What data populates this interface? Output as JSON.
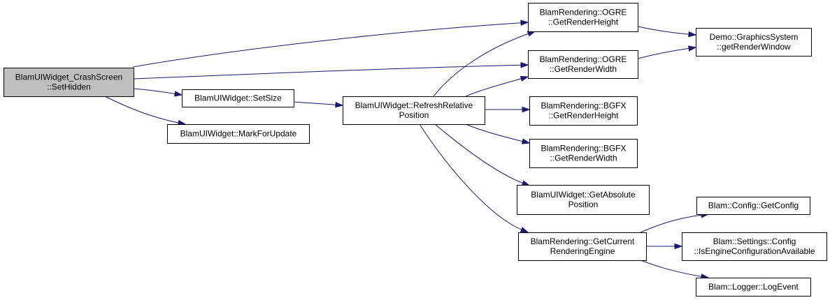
{
  "colors": {
    "edge": "#191970",
    "root_fill": "#bfbfbf",
    "node_fill": "#ffffff",
    "border": "#000000"
  },
  "nodes": [
    {
      "id": "crash",
      "lines": [
        "BlamUIWidget_CrashScreen",
        "::SetHidden"
      ],
      "root": true
    },
    {
      "id": "setsize",
      "lines": [
        "BlamUIWidget::SetSize"
      ]
    },
    {
      "id": "mark",
      "lines": [
        "BlamUIWidget::MarkForUpdate"
      ]
    },
    {
      "id": "refresh",
      "lines": [
        "BlamUIWidget::RefreshRelative",
        "Position"
      ]
    },
    {
      "id": "ogre_h",
      "lines": [
        "BlamRendering::OGRE",
        "::GetRenderHeight"
      ]
    },
    {
      "id": "ogre_w",
      "lines": [
        "BlamRendering::OGRE",
        "::GetRenderWidth"
      ]
    },
    {
      "id": "bgfx_h",
      "lines": [
        "BlamRendering::BGFX",
        "::GetRenderHeight"
      ]
    },
    {
      "id": "bgfx_w",
      "lines": [
        "BlamRendering::BGFX",
        "::GetRenderWidth"
      ]
    },
    {
      "id": "absol",
      "lines": [
        "BlamUIWidget::GetAbsolute",
        "Position"
      ]
    },
    {
      "id": "engine",
      "lines": [
        "BlamRendering::GetCurrent",
        "RenderingEngine"
      ]
    },
    {
      "id": "demo",
      "lines": [
        "Demo::GraphicsSystem",
        "::getRenderWindow"
      ]
    },
    {
      "id": "getconf",
      "lines": [
        "Blam::Config::GetConfig"
      ]
    },
    {
      "id": "isengine",
      "lines": [
        "Blam::Settings::Config",
        "::IsEngineConfigurationAvailable"
      ]
    },
    {
      "id": "logevent",
      "lines": [
        "Blam::Logger::LogEvent"
      ]
    }
  ],
  "edges": [
    {
      "from": "crash",
      "to": "ogre_h"
    },
    {
      "from": "crash",
      "to": "ogre_w"
    },
    {
      "from": "crash",
      "to": "setsize"
    },
    {
      "from": "crash",
      "to": "mark"
    },
    {
      "from": "setsize",
      "to": "refresh"
    },
    {
      "from": "refresh",
      "to": "ogre_h"
    },
    {
      "from": "refresh",
      "to": "ogre_w"
    },
    {
      "from": "refresh",
      "to": "bgfx_h"
    },
    {
      "from": "refresh",
      "to": "bgfx_w"
    },
    {
      "from": "refresh",
      "to": "absol"
    },
    {
      "from": "refresh",
      "to": "engine"
    },
    {
      "from": "ogre_h",
      "to": "demo"
    },
    {
      "from": "ogre_w",
      "to": "demo"
    },
    {
      "from": "engine",
      "to": "getconf"
    },
    {
      "from": "engine",
      "to": "isengine"
    },
    {
      "from": "engine",
      "to": "logevent"
    }
  ]
}
